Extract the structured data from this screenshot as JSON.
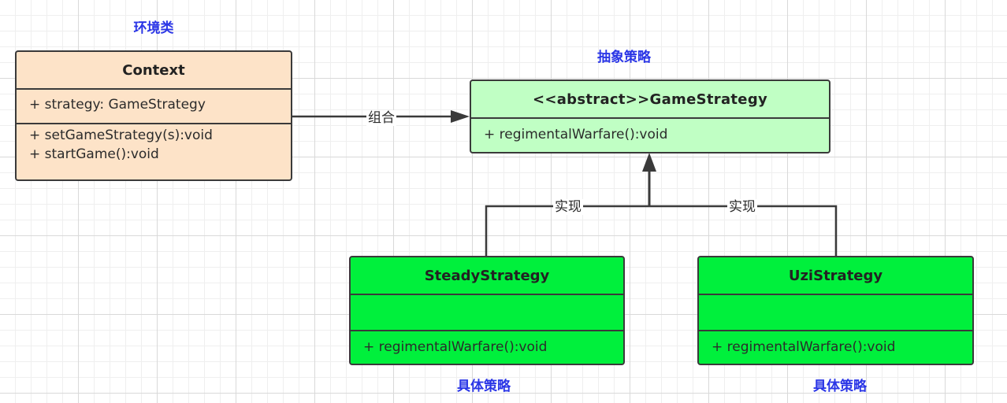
{
  "captions": {
    "context": "环境类",
    "abstract": "抽象策略",
    "concrete_left": "具体策略",
    "concrete_right": "具体策略"
  },
  "classes": {
    "context": {
      "name": "Context",
      "attributes": [
        "+ strategy: GameStrategy"
      ],
      "methods": [
        "+ setGameStrategy(s):void",
        "+ startGame():void"
      ]
    },
    "game_strategy": {
      "name": "<<abstract>>GameStrategy",
      "methods": [
        "+ regimentalWarfare():void"
      ]
    },
    "steady_strategy": {
      "name": "SteadyStrategy",
      "attributes": [],
      "methods": [
        "+ regimentalWarfare():void"
      ]
    },
    "uzi_strategy": {
      "name": "UziStrategy",
      "attributes": [],
      "methods": [
        "+ regimentalWarfare():void"
      ]
    }
  },
  "edges": {
    "composition_label": "组合",
    "realization_left_label": "实现",
    "realization_right_label": "实现"
  },
  "colors": {
    "context_fill": "#fde3c8",
    "abstract_fill": "#c0ffc4",
    "concrete_fill": "#00f03c",
    "caption_text": "#2a35e6",
    "line": "#3a3a3a"
  }
}
